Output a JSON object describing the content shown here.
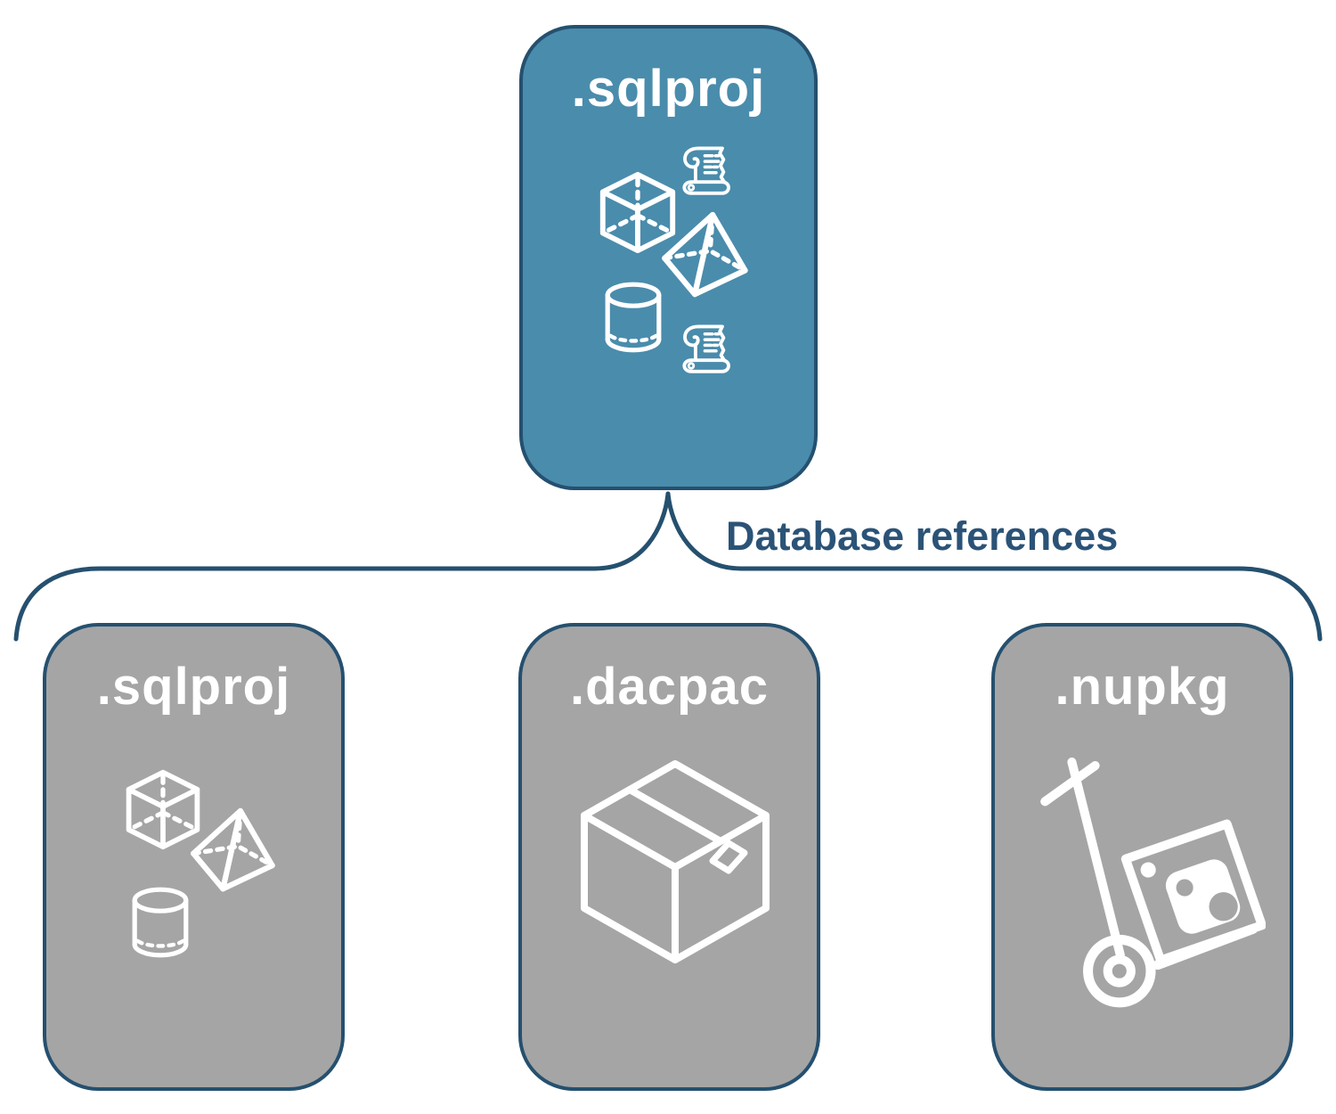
{
  "theme": {
    "parent_fill": "#4A8CAC",
    "child_fill": "#A5A5A5",
    "stroke": "#25506F",
    "label_color": "#FFFFFF",
    "connector_text_color": "#2B5377",
    "background": "#FFFFFF"
  },
  "connector": {
    "label": "Database references"
  },
  "nodes": {
    "parent": {
      "label": ".sqlproj",
      "icons": [
        "scroll-icon",
        "cube-icon",
        "pyramid-icon",
        "cylinder-icon",
        "scroll-icon"
      ]
    },
    "children": [
      {
        "label": ".sqlproj",
        "icons": [
          "cube-icon",
          "pyramid-icon",
          "cylinder-icon"
        ]
      },
      {
        "label": ".dacpac",
        "icons": [
          "package-box-icon"
        ]
      },
      {
        "label": ".nupkg",
        "icons": [
          "hand-truck-nuget-icon"
        ]
      }
    ]
  }
}
